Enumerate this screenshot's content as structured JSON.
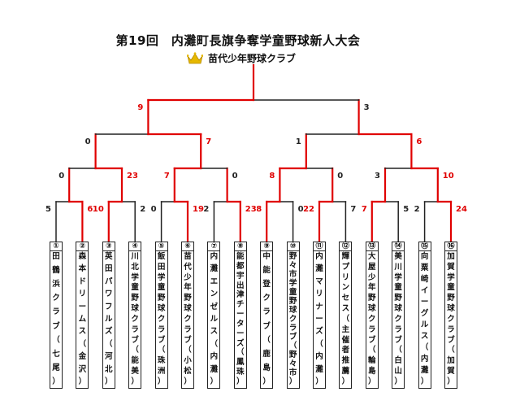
{
  "title": "第19回　内灘町長旗争奪学童野球新人大会",
  "champion": {
    "icon": "crown-icon",
    "name": "苗代少年野球クラブ"
  },
  "colors": {
    "win": "#e00000",
    "line": "#222222",
    "crown": "#e6b800"
  },
  "teams": [
    {
      "num": "①",
      "name": "田鶴浜クラブ（七尾）"
    },
    {
      "num": "②",
      "name": "森本ドリームス（金沢）"
    },
    {
      "num": "③",
      "name": "英田パワフルズ（河北）"
    },
    {
      "num": "④",
      "name": "川北学童野球クラブ（能美）"
    },
    {
      "num": "⑤",
      "name": "飯田学童野球クラブ（珠洲）"
    },
    {
      "num": "⑥",
      "name": "苗代少年野球クラブ（小松）"
    },
    {
      "num": "⑦",
      "name": "内灘エンゼルス（内灘）"
    },
    {
      "num": "⑧",
      "name": "能都宇出津チーターズ（鳳珠）"
    },
    {
      "num": "⑨",
      "name": "中能登クラブ（鹿島）"
    },
    {
      "num": "⑩",
      "name": "野々市学童野球クラブ（野々市）"
    },
    {
      "num": "⑪",
      "name": "内灘マリナーズ（内灘）"
    },
    {
      "num": "⑫",
      "name": "輝プリンセス（主催者推薦）"
    },
    {
      "num": "⑬",
      "name": "大屋少年野球クラブ（輪島）"
    },
    {
      "num": "⑭",
      "name": "美川学童野球クラブ（白山）"
    },
    {
      "num": "⑮",
      "name": "向粟崎イーグルス（内灘）"
    },
    {
      "num": "⑯",
      "name": "加賀学童野球クラブ（加賀）"
    }
  ],
  "rounds": [
    [
      [
        5,
        6
      ],
      [
        10,
        2
      ],
      [
        0,
        19
      ],
      [
        2,
        23
      ],
      [
        8,
        0
      ],
      [
        22,
        7
      ],
      [
        7,
        5
      ],
      [
        2,
        24
      ]
    ],
    [
      [
        0,
        23
      ],
      [
        7,
        0
      ],
      [
        8,
        0
      ],
      [
        3,
        10
      ]
    ],
    [
      [
        0,
        7
      ],
      [
        1,
        6
      ]
    ],
    [
      [
        9,
        3
      ]
    ]
  ]
}
